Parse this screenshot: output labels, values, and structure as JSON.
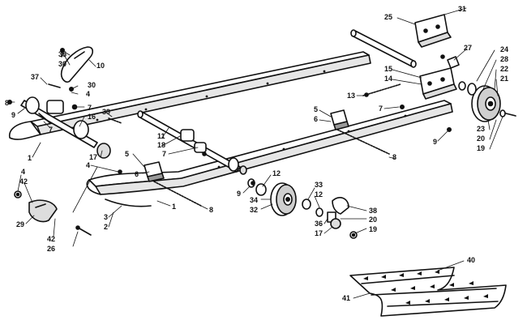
{
  "callouts": [
    {
      "id": "c25",
      "label": "25"
    },
    {
      "id": "c31",
      "label": "31"
    },
    {
      "id": "c27",
      "label": "27"
    },
    {
      "id": "c24",
      "label": "24"
    },
    {
      "id": "c28",
      "label": "28"
    },
    {
      "id": "c22",
      "label": "22"
    },
    {
      "id": "c21",
      "label": "21"
    },
    {
      "id": "c15",
      "label": "15"
    },
    {
      "id": "c14",
      "label": "14"
    },
    {
      "id": "c13",
      "label": "13"
    },
    {
      "id": "c7a",
      "label": "7"
    },
    {
      "id": "c5a",
      "label": "5"
    },
    {
      "id": "c6a",
      "label": "6"
    },
    {
      "id": "c23",
      "label": "23"
    },
    {
      "id": "c20a",
      "label": "20"
    },
    {
      "id": "c19a",
      "label": "19"
    },
    {
      "id": "c9a",
      "label": "9"
    },
    {
      "id": "c8a",
      "label": "8"
    },
    {
      "id": "c35",
      "label": "35"
    },
    {
      "id": "c30a",
      "label": "30"
    },
    {
      "id": "c10",
      "label": "10"
    },
    {
      "id": "c37",
      "label": "37"
    },
    {
      "id": "c30b",
      "label": "30"
    },
    {
      "id": "c4a",
      "label": "4"
    },
    {
      "id": "c8b",
      "label": "8"
    },
    {
      "id": "c9b",
      "label": "9"
    },
    {
      "id": "c7b",
      "label": "7"
    },
    {
      "id": "c16",
      "label": "16"
    },
    {
      "id": "c39",
      "label": "39"
    },
    {
      "id": "c7c",
      "label": "7"
    },
    {
      "id": "c11",
      "label": "11"
    },
    {
      "id": "c18",
      "label": "18"
    },
    {
      "id": "c7d",
      "label": "7"
    },
    {
      "id": "c1a",
      "label": "1"
    },
    {
      "id": "c17a",
      "label": "17"
    },
    {
      "id": "c5b",
      "label": "5"
    },
    {
      "id": "c6b",
      "label": "6"
    },
    {
      "id": "c4b",
      "label": "4"
    },
    {
      "id": "c4c",
      "label": "4"
    },
    {
      "id": "c42a",
      "label": "42"
    },
    {
      "id": "c29",
      "label": "29"
    },
    {
      "id": "c42b",
      "label": "42"
    },
    {
      "id": "c26",
      "label": "26"
    },
    {
      "id": "c3",
      "label": "3"
    },
    {
      "id": "c2",
      "label": "2"
    },
    {
      "id": "c1b",
      "label": "1"
    },
    {
      "id": "c8c",
      "label": "8"
    },
    {
      "id": "c12a",
      "label": "12"
    },
    {
      "id": "c9c",
      "label": "9"
    },
    {
      "id": "c34",
      "label": "34"
    },
    {
      "id": "c32",
      "label": "32"
    },
    {
      "id": "c33",
      "label": "33"
    },
    {
      "id": "c12b",
      "label": "12"
    },
    {
      "id": "c38",
      "label": "38"
    },
    {
      "id": "c36",
      "label": "36"
    },
    {
      "id": "c17b",
      "label": "17"
    },
    {
      "id": "c20b",
      "label": "20"
    },
    {
      "id": "c19b",
      "label": "19"
    },
    {
      "id": "c40",
      "label": "40"
    },
    {
      "id": "c41",
      "label": "41"
    }
  ]
}
